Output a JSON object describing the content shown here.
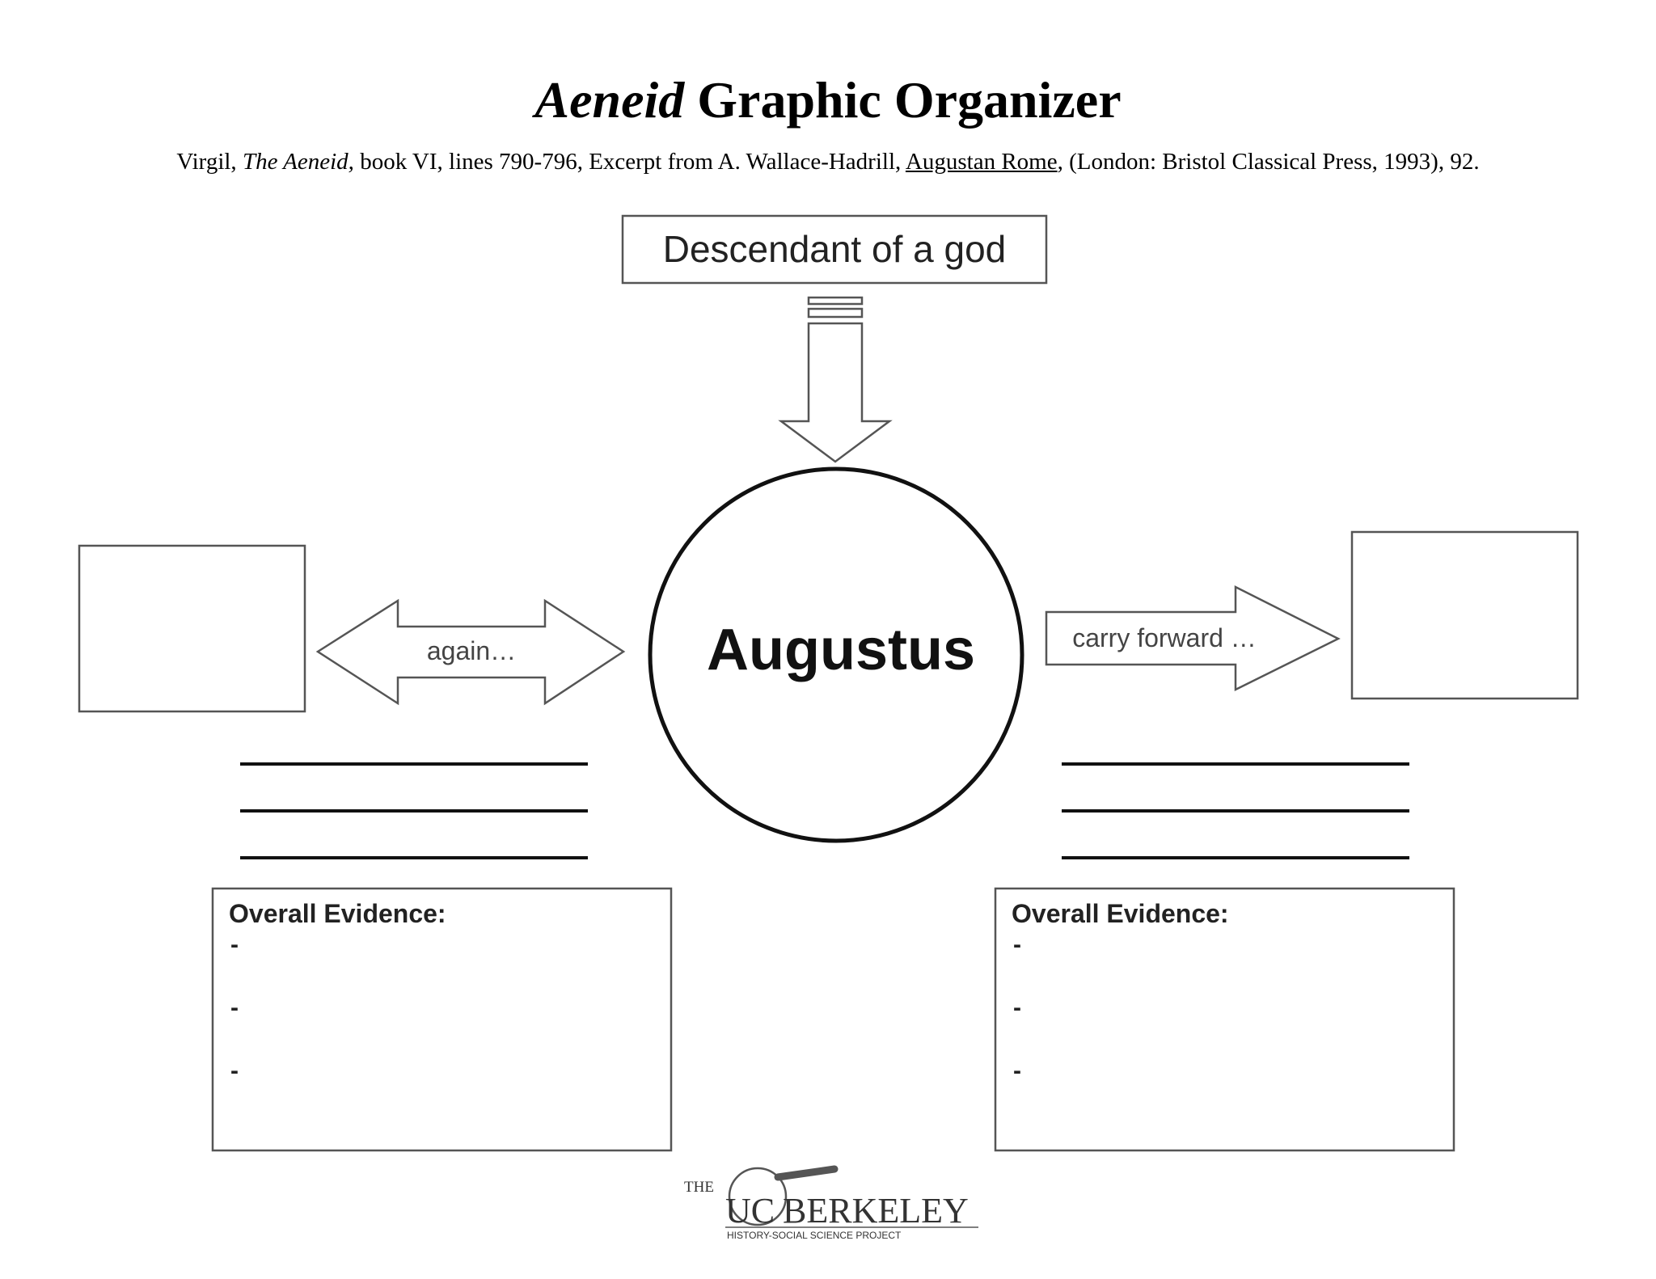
{
  "header": {
    "title_italic": "Aeneid",
    "title_rest": " Graphic Organizer",
    "citation": {
      "part1": "Virgil, ",
      "work_italic": "The Aeneid,",
      "part2": " book VI, lines 790-796, Excerpt from A. Wallace-Hadrill, ",
      "source_underlined": "Augustan Rome",
      "part3": ", (London: Bristol Classical Press, 1993), 92."
    }
  },
  "diagram": {
    "top_box_label": "Descendant of a god",
    "center_label": "Augustus",
    "left_arrow_label": "again…",
    "right_arrow_label": "carry forward …",
    "left_evidence": {
      "heading": "Overall Evidence:",
      "bullets": [
        "-",
        "-",
        "-"
      ]
    },
    "right_evidence": {
      "heading": "Overall Evidence:",
      "bullets": [
        "-",
        "-",
        "-"
      ]
    }
  },
  "logo": {
    "the": "THE",
    "uc": "UC",
    "berkeley": "BERKELEY",
    "subtitle": "HISTORY-SOCIAL SCIENCE PROJECT"
  }
}
